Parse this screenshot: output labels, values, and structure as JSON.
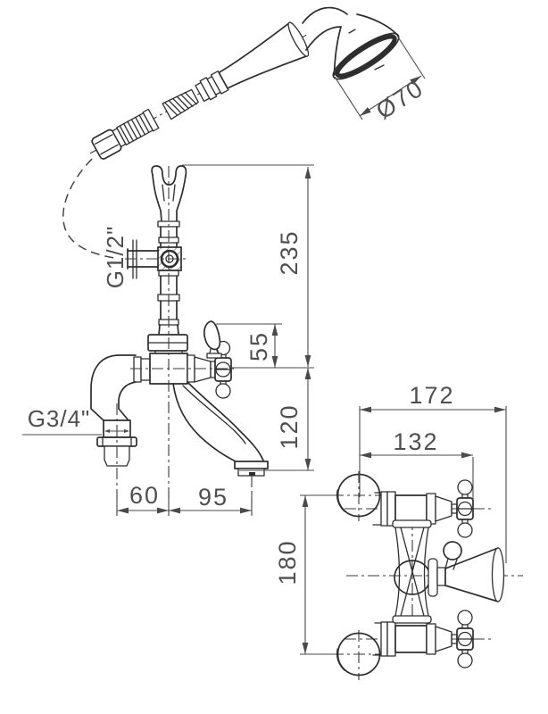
{
  "diagram": {
    "title": "bath-shower-mixer-technical-drawing",
    "views": [
      "side-elevation",
      "plan"
    ],
    "colors": {
      "line": "#2e2e2e",
      "dimension_text": "#4f4f4f",
      "background": "#ffffff"
    },
    "labels": {
      "shower_head_diameter": "Ø70",
      "hose_thread": "G1/2\"",
      "inlet_thread": "G3/4\"",
      "cradle_height": "235",
      "lever_height": "55",
      "spout_drop": "120",
      "inlet_offset": "60",
      "spout_reach": "95",
      "overall_depth": "172",
      "handle_depth": "132",
      "inlet_spacing": "180"
    }
  }
}
